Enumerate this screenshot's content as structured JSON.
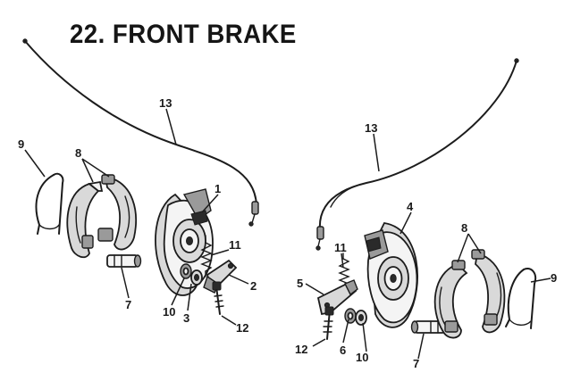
{
  "diagram": {
    "title": "22. FRONT BRAKE",
    "callouts": [
      "1",
      "2",
      "3",
      "4",
      "5",
      "6",
      "7",
      "8",
      "9",
      "10",
      "11",
      "12",
      "13"
    ]
  }
}
